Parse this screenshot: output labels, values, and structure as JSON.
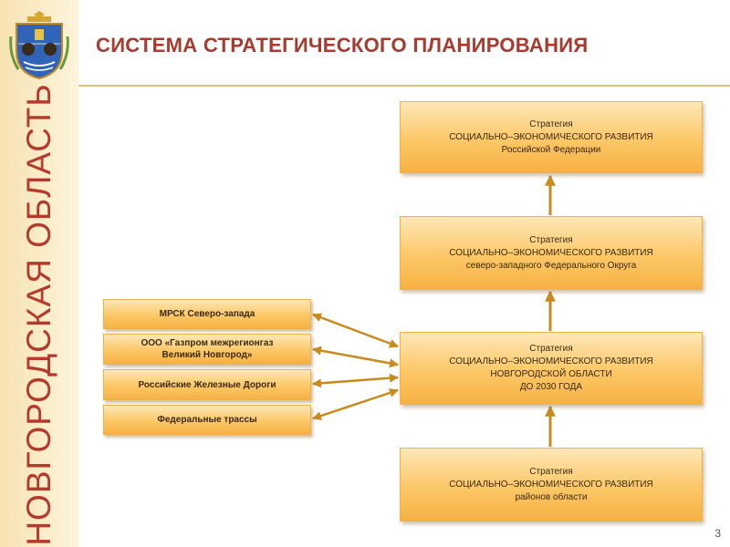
{
  "header": {
    "title": "СИСТЕМА СТРАТЕГИЧЕСКОГО ПЛАНИРОВАНИЯ"
  },
  "sidebar": {
    "region": "НОВГОРОДСКАЯ ОБЛАСТЬ"
  },
  "strategies": [
    {
      "line1": "Стратегия",
      "line2": "СОЦИАЛЬНО–ЭКОНОМИЧЕСКОГО РАЗВИТИЯ",
      "line3": "Российской Федерации",
      "line4": ""
    },
    {
      "line1": "Стратегия",
      "line2": "СОЦИАЛЬНО–ЭКОНОМИЧЕСКОГО РАЗВИТИЯ",
      "line3": "северо-западного Федерального Округа",
      "line4": ""
    },
    {
      "line1": "Стратегия",
      "line2": "СОЦИАЛЬНО–ЭКОНОМИЧЕСКОГО РАЗВИТИЯ",
      "line3": "НОВГОРОДСКОЙ ОБЛАСТИ",
      "line4": "ДО 2030 ГОДА"
    },
    {
      "line1": "Стратегия",
      "line2": "СОЦИАЛЬНО–ЭКОНОМИЧЕСКОГО РАЗВИТИЯ",
      "line3": "районов области",
      "line4": ""
    }
  ],
  "partners": [
    {
      "line1": "МРСК Северо-запада",
      "line2": ""
    },
    {
      "line1": "ООО «Газпром межрегионгаз",
      "line2": "Великий Новгород»"
    },
    {
      "line1": "Российские Железные Дороги",
      "line2": ""
    },
    {
      "line1": "Федеральные трассы",
      "line2": ""
    }
  ],
  "footer": {
    "page_number": "3"
  },
  "colors": {
    "title": "#a83a2e",
    "arrow": "#c98a1e",
    "box": "#fcc766"
  },
  "icons": {
    "crest": "coat-of-arms-icon"
  }
}
